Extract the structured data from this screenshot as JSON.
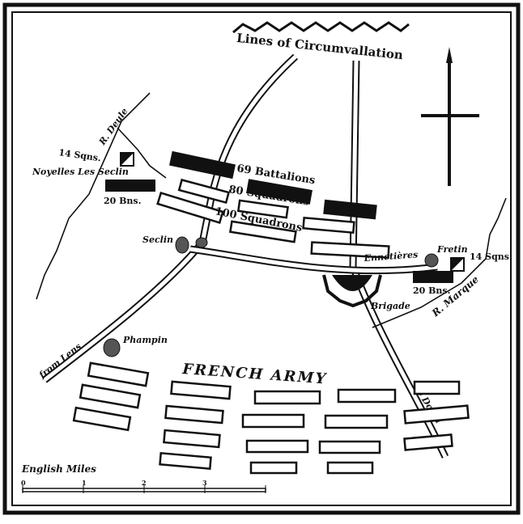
{
  "map": {
    "title_top": "Lines of Circumvallation",
    "allied": {
      "battalions": "69 Battalions",
      "squadrons_80": "80 Squadrons",
      "squadrons_100": "100 Squadrons",
      "left_sqns": "14 Sqns.",
      "left_bns": "20 Bns.",
      "right_sqns": "14 Sqns.",
      "right_bns": "20 Bns.",
      "brigade": "Brigade"
    },
    "places": {
      "noyelles": "Noyelles Les Seclin",
      "seclin": "Seclin",
      "ennetieres": "Ennetières",
      "fretin": "Fretin",
      "phampin": "Phampin"
    },
    "rivers": {
      "deule": "R. Deule",
      "marque": "R. Marque"
    },
    "roads": {
      "lens": "from Lens",
      "douai": "to Douai"
    },
    "french_army": "FRENCH ARMY",
    "scale": {
      "title": "English Miles",
      "ticks": [
        "0",
        "1",
        "2",
        "3"
      ]
    }
  },
  "colors": {
    "ink": "#111111",
    "paper": "#ffffff"
  }
}
